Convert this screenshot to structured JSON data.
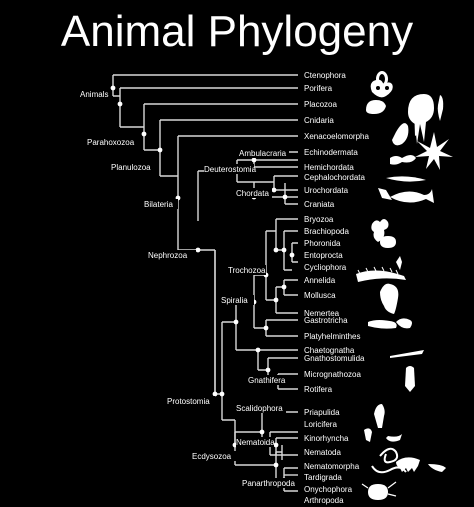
{
  "title": "Animal Phylogeny",
  "clades": {
    "animals": "Animals",
    "parahoxozoa": "Parahoxozoa",
    "planulozoa": "Planulozoa",
    "bilateria": "Bilateria",
    "deuterostomia": "Deuterostomia",
    "ambulacraria": "Ambulacraria",
    "chordata": "Chordata",
    "nephrozoa": "Nephrozoa",
    "trochozoa": "Trochozoa",
    "spiralia": "Spiralia",
    "gnathifera": "Gnathifera",
    "protostomia": "Protostomia",
    "scalidophora": "Scalidophora",
    "nematoida": "Nematoida",
    "ecdysozoa": "Ecdysozoa",
    "panarthropoda": "Panarthropoda"
  },
  "taxa": [
    "Ctenophora",
    "Porifera",
    "Placozoa",
    "Cnidaria",
    "Xenacoelomorpha",
    "Echinodermata",
    "Hemichordata",
    "Cephalochordata",
    "Urochordata",
    "Craniata",
    "Bryozoa",
    "Brachiopoda",
    "Phoronida",
    "Entoprocta",
    "Cycliophora",
    "Annelida",
    "Mollusca",
    "Nemertea",
    "Gastrotricha",
    "Platyhelminthes",
    "Chaetognatha",
    "Gnathostomulida",
    "Micrognathozoa",
    "Rotifera",
    "Priapulida",
    "Loricifera",
    "Kinorhyncha",
    "Nematoda",
    "Nematomorpha",
    "Tardigrada",
    "Onychophora",
    "Arthropoda"
  ],
  "icons": [
    "ctenophore-silhouette",
    "sponge-silhouette",
    "placozoan-silhouette",
    "jellyfish-silhouette",
    "acoel-worm-silhouette",
    "sea-star-silhouette",
    "acorn-worm-silhouette",
    "lancelet-silhouette",
    "sea-squirt-silhouette",
    "fish-silhouette",
    "bryozoan-silhouette",
    "brachiopod-silhouette",
    "entoproct-silhouette",
    "annelid-silhouette",
    "mollusc-silhouette",
    "gastrotrich-silhouette",
    "flatworm-silhouette",
    "arrow-worm-silhouette",
    "rotifer-silhouette",
    "priapulid-silhouette",
    "loriciferan-silhouette",
    "kinorhynch-silhouette",
    "nematode-silhouette",
    "nematomorph-silhouette",
    "tardigrade-silhouette",
    "velvet-worm-silhouette",
    "arthropod-silhouette"
  ]
}
